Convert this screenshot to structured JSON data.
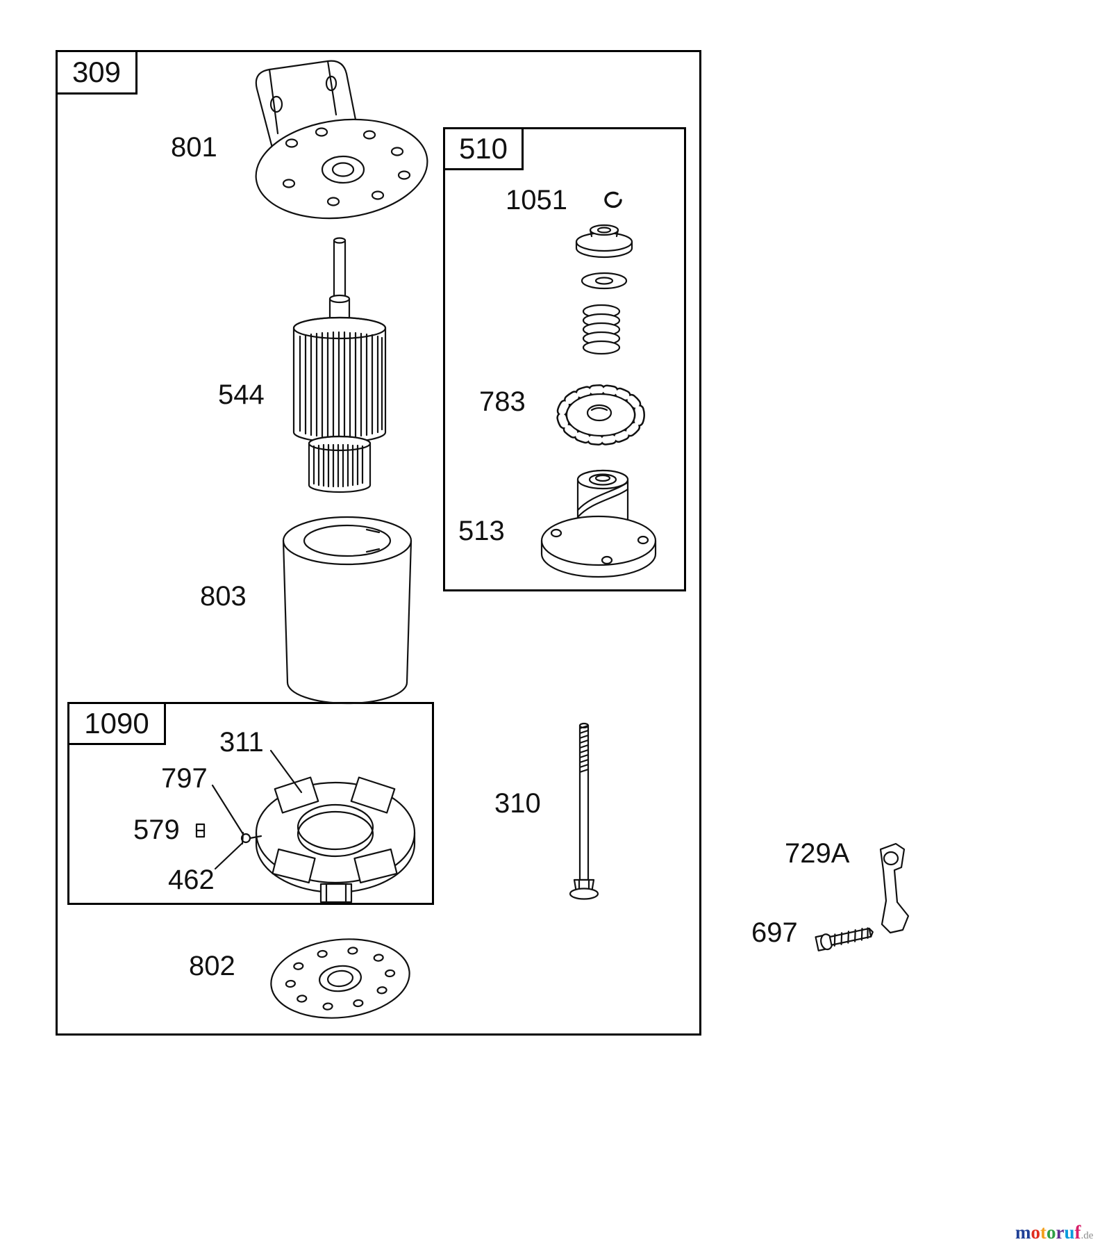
{
  "diagram": {
    "groups": {
      "main": "309",
      "drive": "510",
      "brush": "1090"
    },
    "parts": {
      "bracket": "801",
      "armature": "544",
      "housing": "803",
      "end_plate": "802",
      "retainer": "1051",
      "pinion_gear": "783",
      "clutch": "513",
      "brush_plate": "311",
      "brush_screw": "797",
      "brush": "579",
      "screw": "462",
      "through_bolt": "310",
      "clip_bracket": "729A",
      "clip_screw": "697"
    }
  },
  "watermark": {
    "letters": [
      "m",
      "o",
      "t",
      "o",
      "r",
      "u",
      "f"
    ],
    "suffix": ".de",
    "letter_colors": [
      "#1f4096",
      "#e02c1e",
      "#f2a01e",
      "#2f9e44",
      "#5f2f91",
      "#0a9bdc",
      "#d61f69"
    ],
    "suffix_color": "#8c8c8c"
  }
}
